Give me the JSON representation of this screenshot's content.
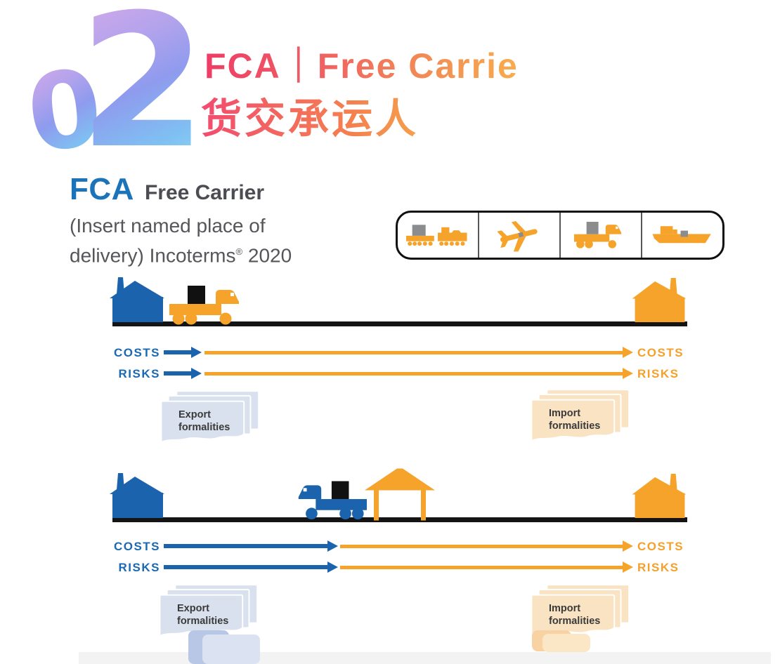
{
  "colors": {
    "blue": "#1B63AD",
    "orange": "#F5A32B",
    "fca_blue": "#1B74B9",
    "heading_gray": "#4C4D52",
    "body_gray": "#55565A",
    "doc_blue_fill": "#D9E0EE",
    "doc_peach_fill": "#FAE3C3",
    "doc_text": "#3A3A3A",
    "ground_black": "#141414",
    "title_gradient_start": "#EE3D67",
    "title_gradient_end": "#F8AC4C",
    "balloon_gradient_start": "#D9ABE9",
    "balloon_gradient_end": "#8FDCF7"
  },
  "header": {
    "badge_digit_zero": "0",
    "badge_digit_two": "2",
    "title_en": "FCA｜Free Carrie",
    "title_zh": "货交承运人"
  },
  "intro": {
    "code": "FCA",
    "name": "Free Carrier",
    "subtitle_line1": "(Insert named place of",
    "subtitle_line2_pre": "delivery) Incoterms",
    "subtitle_reg": "®",
    "subtitle_line2_post": " 2020"
  },
  "transport_modes": {
    "modes": [
      "rail-icon",
      "air-icon",
      "road-icon",
      "sea-icon"
    ]
  },
  "diagram_top": {
    "costs_left": "COSTS",
    "risks_left": "RISKS",
    "costs_right": "COSTS",
    "risks_right": "RISKS",
    "export_doc_line1": "Export",
    "export_doc_line2": "formalities",
    "import_doc_line1": "Import",
    "import_doc_line2": "formalities"
  },
  "diagram_bottom": {
    "costs_left": "COSTS",
    "risks_left": "RISKS",
    "costs_right": "COSTS",
    "risks_right": "RISKS",
    "export_doc_line1": "Export",
    "export_doc_line2": "formalities",
    "import_doc_line1": "Import",
    "import_doc_line2": "formalities"
  }
}
